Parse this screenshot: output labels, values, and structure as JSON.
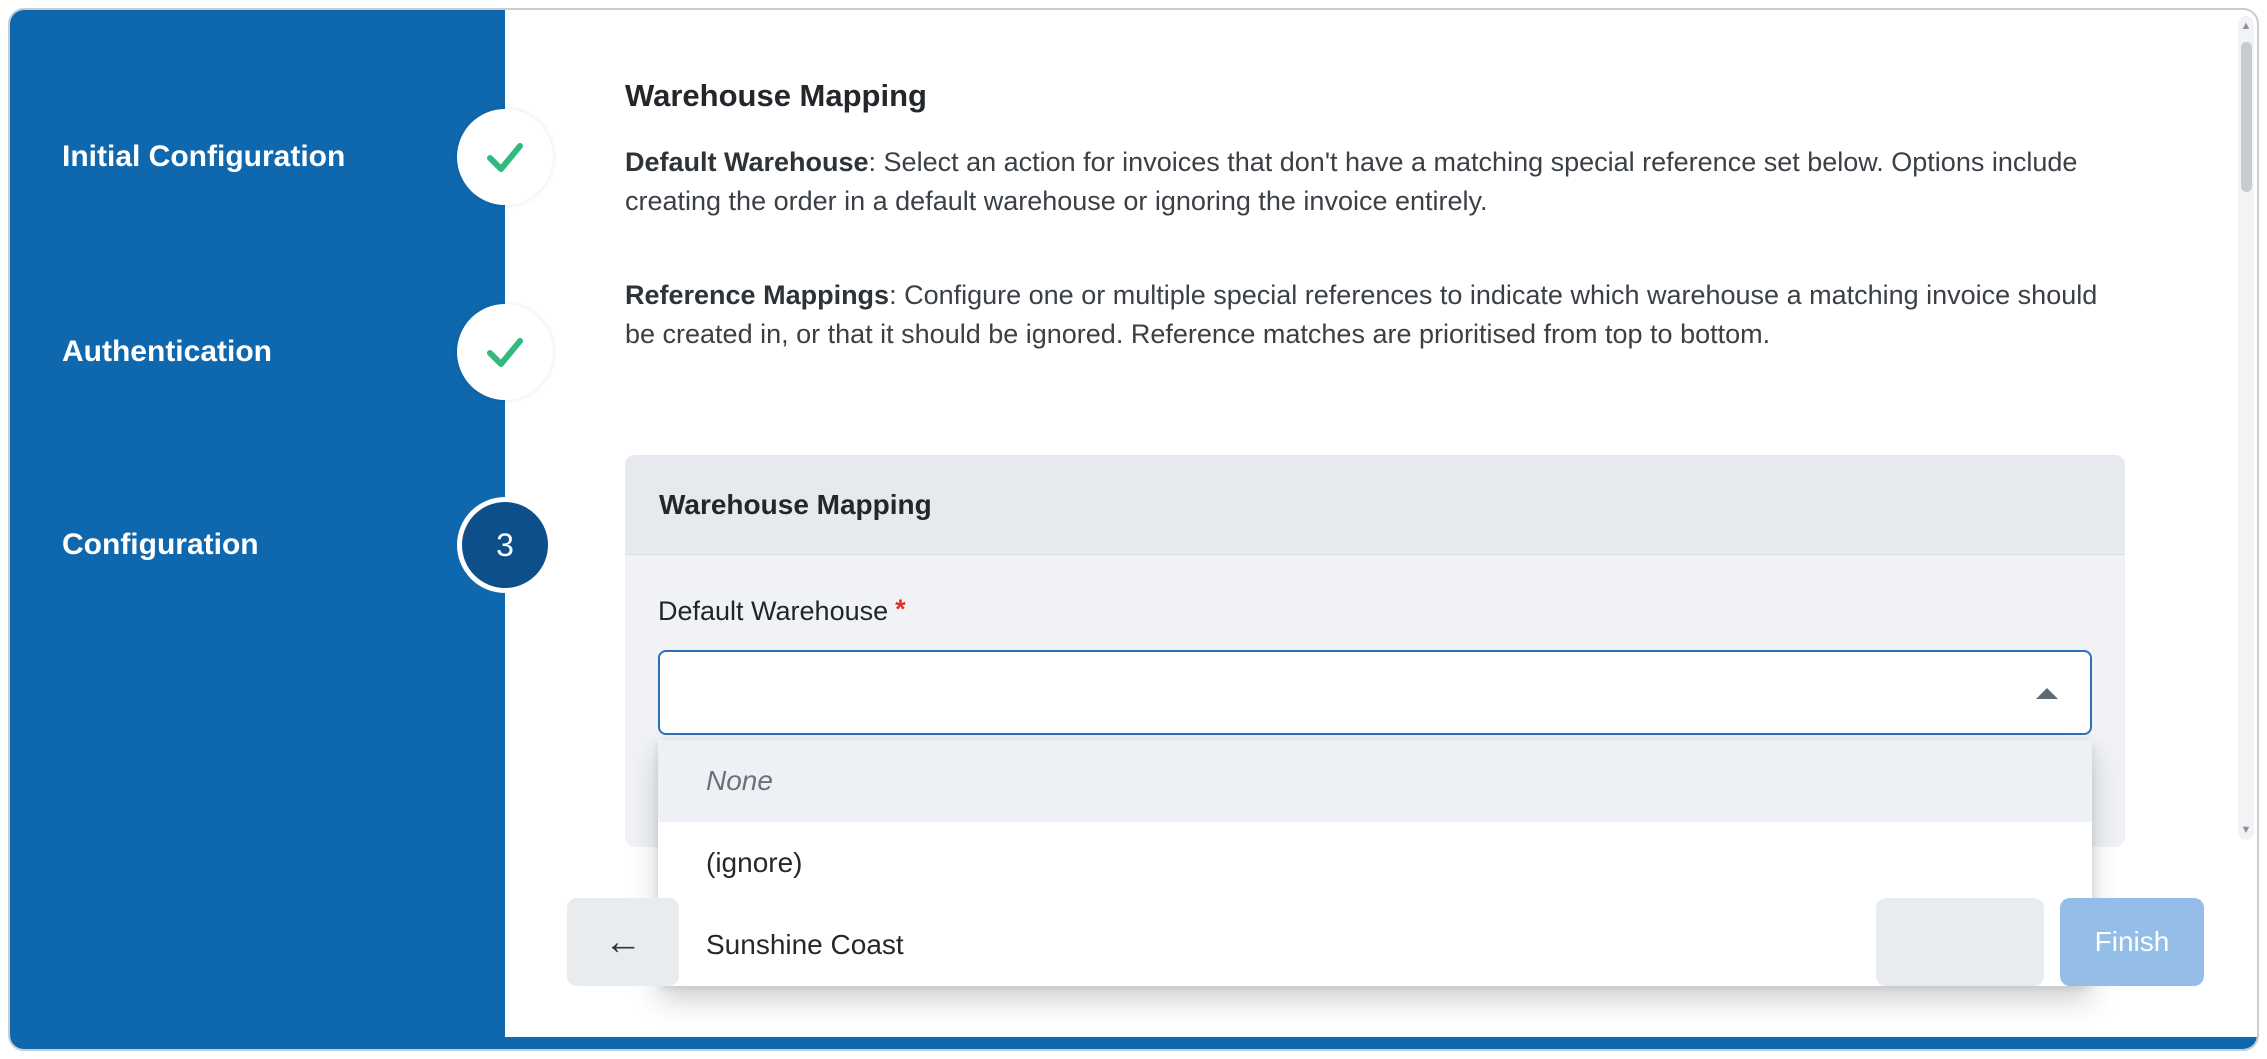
{
  "sidebar": {
    "steps": [
      {
        "label": "Initial Configuration",
        "status": "complete"
      },
      {
        "label": "Authentication",
        "status": "complete"
      },
      {
        "label": "Configuration",
        "status": "current",
        "number": "3"
      }
    ]
  },
  "content": {
    "title": "Warehouse Mapping",
    "paragraphs": [
      {
        "lead": "Default Warehouse",
        "body": ": Select an action for invoices that don't have a matching special reference set below. Options include creating the order in a default warehouse or ignoring the invoice entirely."
      },
      {
        "lead": "Reference Mappings",
        "body": ": Configure one or multiple special references to indicate which warehouse a matching invoice should be created in, or that it should be ignored. Reference matches are prioritised from top to bottom."
      }
    ],
    "card": {
      "header": "Warehouse Mapping",
      "field": {
        "label": "Default Warehouse",
        "required": "*",
        "value": ""
      }
    },
    "dropdown": {
      "options": [
        "None",
        "(ignore)",
        "Sunshine Coast"
      ]
    },
    "footer": {
      "finish": "Finish"
    }
  },
  "icons": {
    "back_arrow": "←",
    "scroll_up": "▲",
    "scroll_down": "▼"
  },
  "colors": {
    "sidebar_blue": "#0f68ae",
    "current_step_circle": "#0d4f8b",
    "check_green": "#31b97e",
    "select_border": "#2d6fb7",
    "finish_button": "#94bee7",
    "required_red": "#d9342b"
  }
}
